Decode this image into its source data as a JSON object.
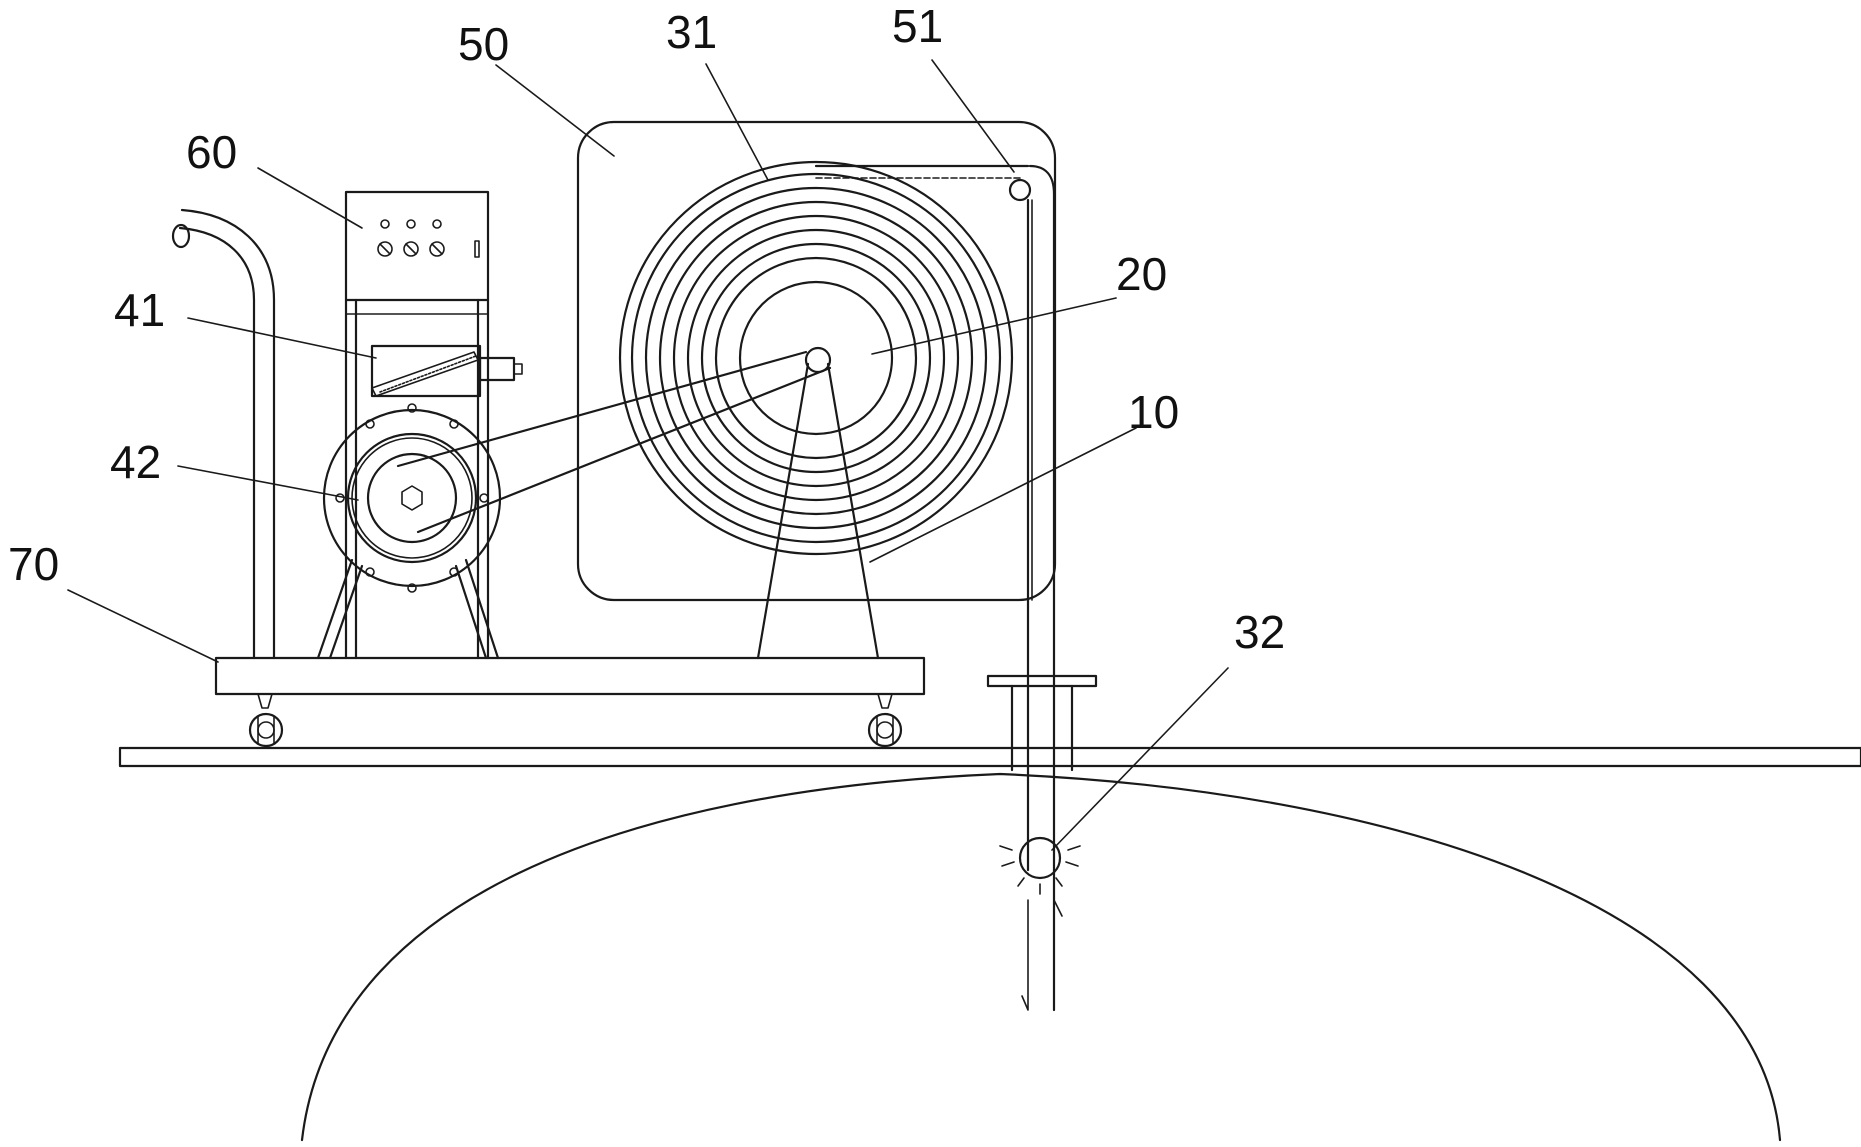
{
  "labels": {
    "c10": "10",
    "c20": "20",
    "c31": "31",
    "c32": "32",
    "c41": "41",
    "c42": "42",
    "c50": "50",
    "c51": "51",
    "c60": "60",
    "c70": "70"
  },
  "colors": {
    "line": "#1a1a1a",
    "background": "#ffffff"
  }
}
